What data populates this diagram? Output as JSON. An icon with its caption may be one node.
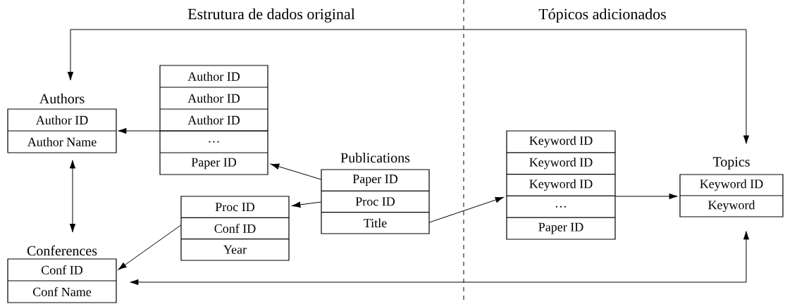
{
  "diagram": {
    "nodes": [
      {
        "text": [
          "Authors",
          "Author ID",
          "Author Name"
        ]
      },
      {
        "text": [
          "Author ID",
          "Author ID",
          "Author ID",
          "…",
          "Paper ID"
        ]
      },
      {
        "text": [
          "Publications",
          "Paper ID",
          "Proc ID",
          "Title"
        ]
      },
      {
        "text": [
          "Proc ID",
          "Conf ID",
          "Year"
        ]
      },
      {
        "text": [
          "Conferences",
          "Conf ID",
          "Conf Name"
        ]
      },
      {
        "text": [
          "Keyword ID",
          "Keyword ID",
          "Keyword ID",
          "…",
          "Paper ID"
        ]
      },
      {
        "text": [
          "Topics",
          "Keyword ID",
          "Keyword"
        ]
      }
    ],
    "edges": [
      {
        "from": 1,
        "to": 0,
        "arrow": "to"
      },
      {
        "from": 2,
        "to": 1,
        "arrow": "to"
      },
      {
        "from": 2,
        "to": 3,
        "arrow": "to"
      },
      {
        "from": 3,
        "to": 4,
        "arrow": "to"
      },
      {
        "from": 2,
        "to": 5,
        "arrow": "to"
      },
      {
        "from": 5,
        "to": 6,
        "arrow": "to"
      },
      {
        "from": 0,
        "to": 4,
        "arrow": "both"
      },
      {
        "from": 0,
        "to": 6,
        "arrow": "both"
      },
      {
        "from": 4,
        "to": 6,
        "arrow": "both"
      }
    ],
    "labels": [
      "Estrutura de dados original",
      "Tópicos adicionados"
    ]
  }
}
